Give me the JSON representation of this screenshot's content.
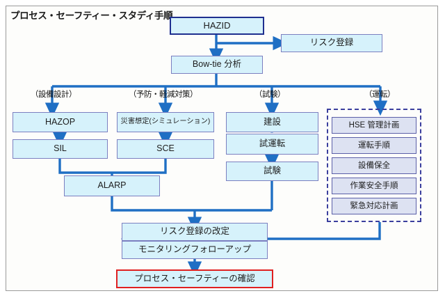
{
  "diagram": {
    "title": "プロセス・セーフティー・スタディ手順",
    "nodes": {
      "hazid": "HAZID",
      "risk_register": "リスク登録",
      "bowtie": "Bow-tie 分析",
      "hazop": "HAZOP",
      "sil": "SIL",
      "disaster_sim": "災害想定(シミュレーション)",
      "sce": "SCE",
      "alarp": "ALARP",
      "construction": "建設",
      "commissioning": "試運転",
      "testing": "試験",
      "hse_plan": "HSE 管理計画",
      "operating_proc": "運転手順",
      "maintenance": "設備保全",
      "work_safety": "作業安全手順",
      "emergency_plan": "緊急対応計画",
      "risk_register_revision": "リスク登録の改定",
      "monitoring_followup": "モニタリングフォローアップ",
      "process_safety_confirm": "プロセス・セーフティーの確認"
    },
    "branch_labels": {
      "design": "（設備設計）",
      "prevention": "（予防・軽減対策）",
      "test": "（試験）",
      "operation": "（運転）"
    },
    "colors": {
      "box_fill_cyan": "#d6f2fb",
      "box_fill_lavender": "#dde2f2",
      "box_border": "#7b7fc0",
      "emphasis_navy": "#1f2f8f",
      "emphasis_red": "#e02020",
      "connector": "#1f6fc4",
      "frame": "#9a9a9a"
    }
  }
}
